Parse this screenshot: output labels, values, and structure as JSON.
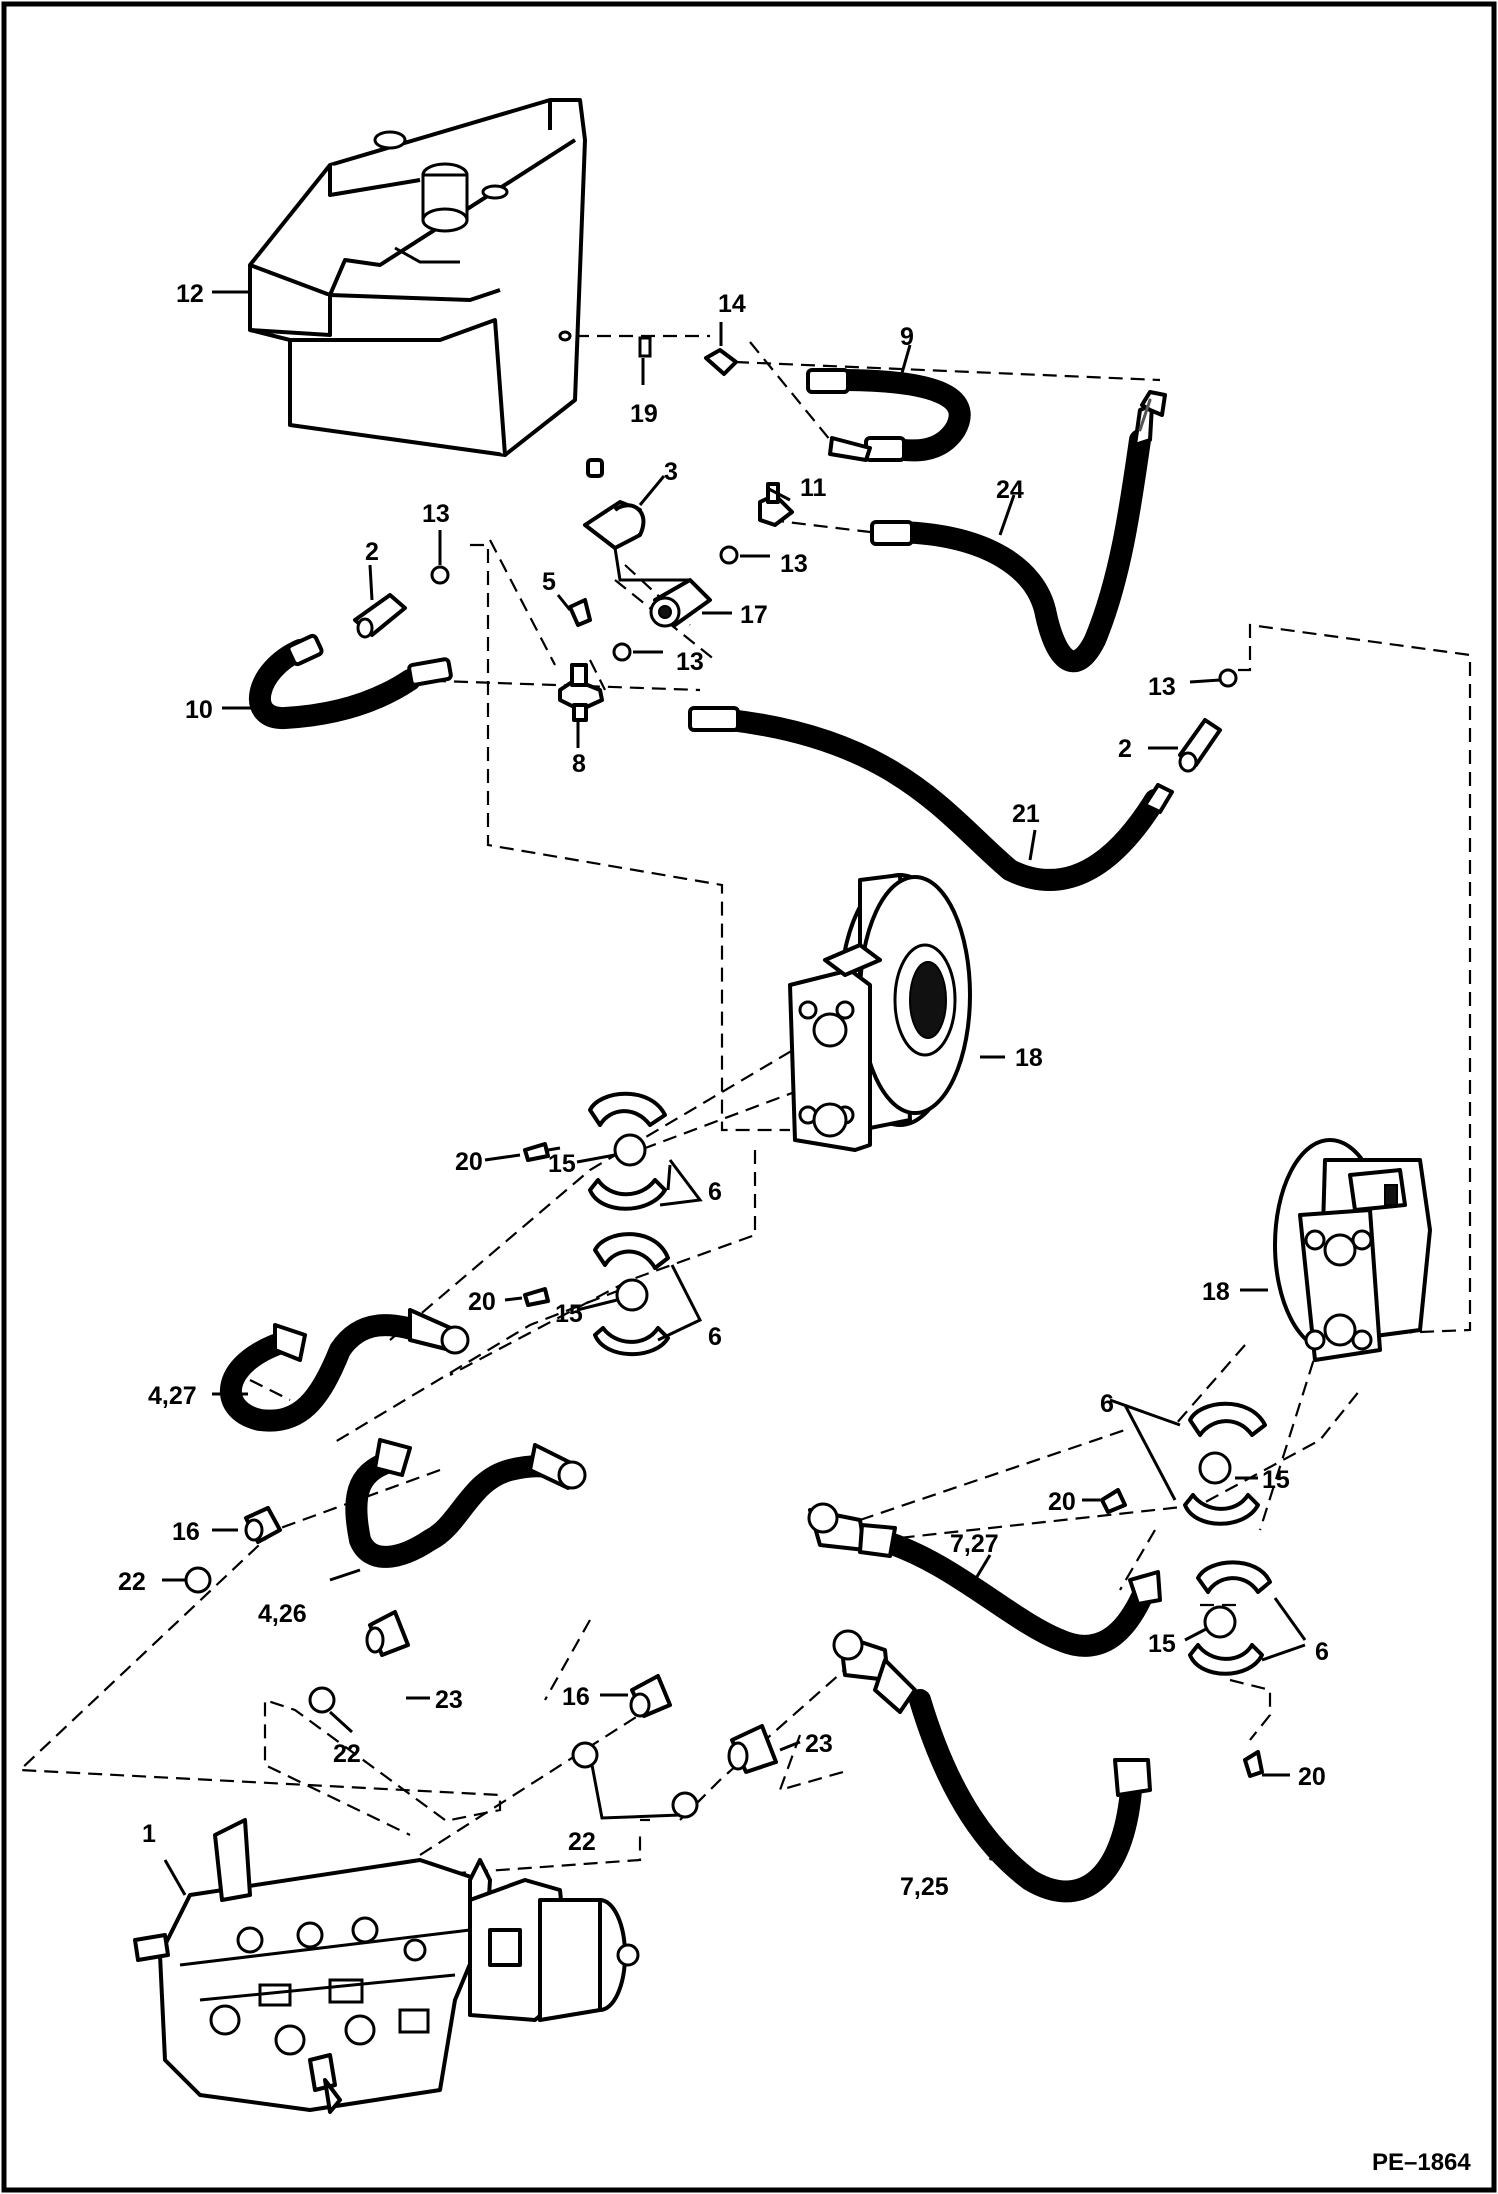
{
  "drawing_code": "PE–1864",
  "callouts": [
    {
      "id": "c12",
      "text": "12"
    },
    {
      "id": "c14",
      "text": "14"
    },
    {
      "id": "c9",
      "text": "9"
    },
    {
      "id": "c19",
      "text": "19"
    },
    {
      "id": "c3",
      "text": "3"
    },
    {
      "id": "c11",
      "text": "11"
    },
    {
      "id": "c24",
      "text": "24"
    },
    {
      "id": "c13a",
      "text": "13"
    },
    {
      "id": "c13b",
      "text": "13"
    },
    {
      "id": "c13c",
      "text": "13"
    },
    {
      "id": "c13d",
      "text": "13"
    },
    {
      "id": "c2a",
      "text": "2"
    },
    {
      "id": "c2b",
      "text": "2"
    },
    {
      "id": "c5",
      "text": "5"
    },
    {
      "id": "c17",
      "text": "17"
    },
    {
      "id": "c10",
      "text": "10"
    },
    {
      "id": "c8",
      "text": "8"
    },
    {
      "id": "c21",
      "text": "21"
    },
    {
      "id": "c18a",
      "text": "18"
    },
    {
      "id": "c18b",
      "text": "18"
    },
    {
      "id": "c20a",
      "text": "20"
    },
    {
      "id": "c15a",
      "text": "15"
    },
    {
      "id": "c6a",
      "text": "6"
    },
    {
      "id": "c20b",
      "text": "20"
    },
    {
      "id": "c15b",
      "text": "15"
    },
    {
      "id": "c6b",
      "text": "6"
    },
    {
      "id": "c427",
      "text": "4,27"
    },
    {
      "id": "c16a",
      "text": "16"
    },
    {
      "id": "c22a",
      "text": "22"
    },
    {
      "id": "c426",
      "text": "4,26"
    },
    {
      "id": "c23a",
      "text": "23"
    },
    {
      "id": "c22b",
      "text": "22"
    },
    {
      "id": "c6c",
      "text": "6"
    },
    {
      "id": "c15c",
      "text": "15"
    },
    {
      "id": "c20c",
      "text": "20"
    },
    {
      "id": "c727",
      "text": "7,27"
    },
    {
      "id": "c15d",
      "text": "15"
    },
    {
      "id": "c6d",
      "text": "6"
    },
    {
      "id": "c16b",
      "text": "16"
    },
    {
      "id": "c23b",
      "text": "23"
    },
    {
      "id": "c20d",
      "text": "20"
    },
    {
      "id": "c22c",
      "text": "22"
    },
    {
      "id": "c725",
      "text": "7,25"
    },
    {
      "id": "c1",
      "text": "1"
    }
  ]
}
